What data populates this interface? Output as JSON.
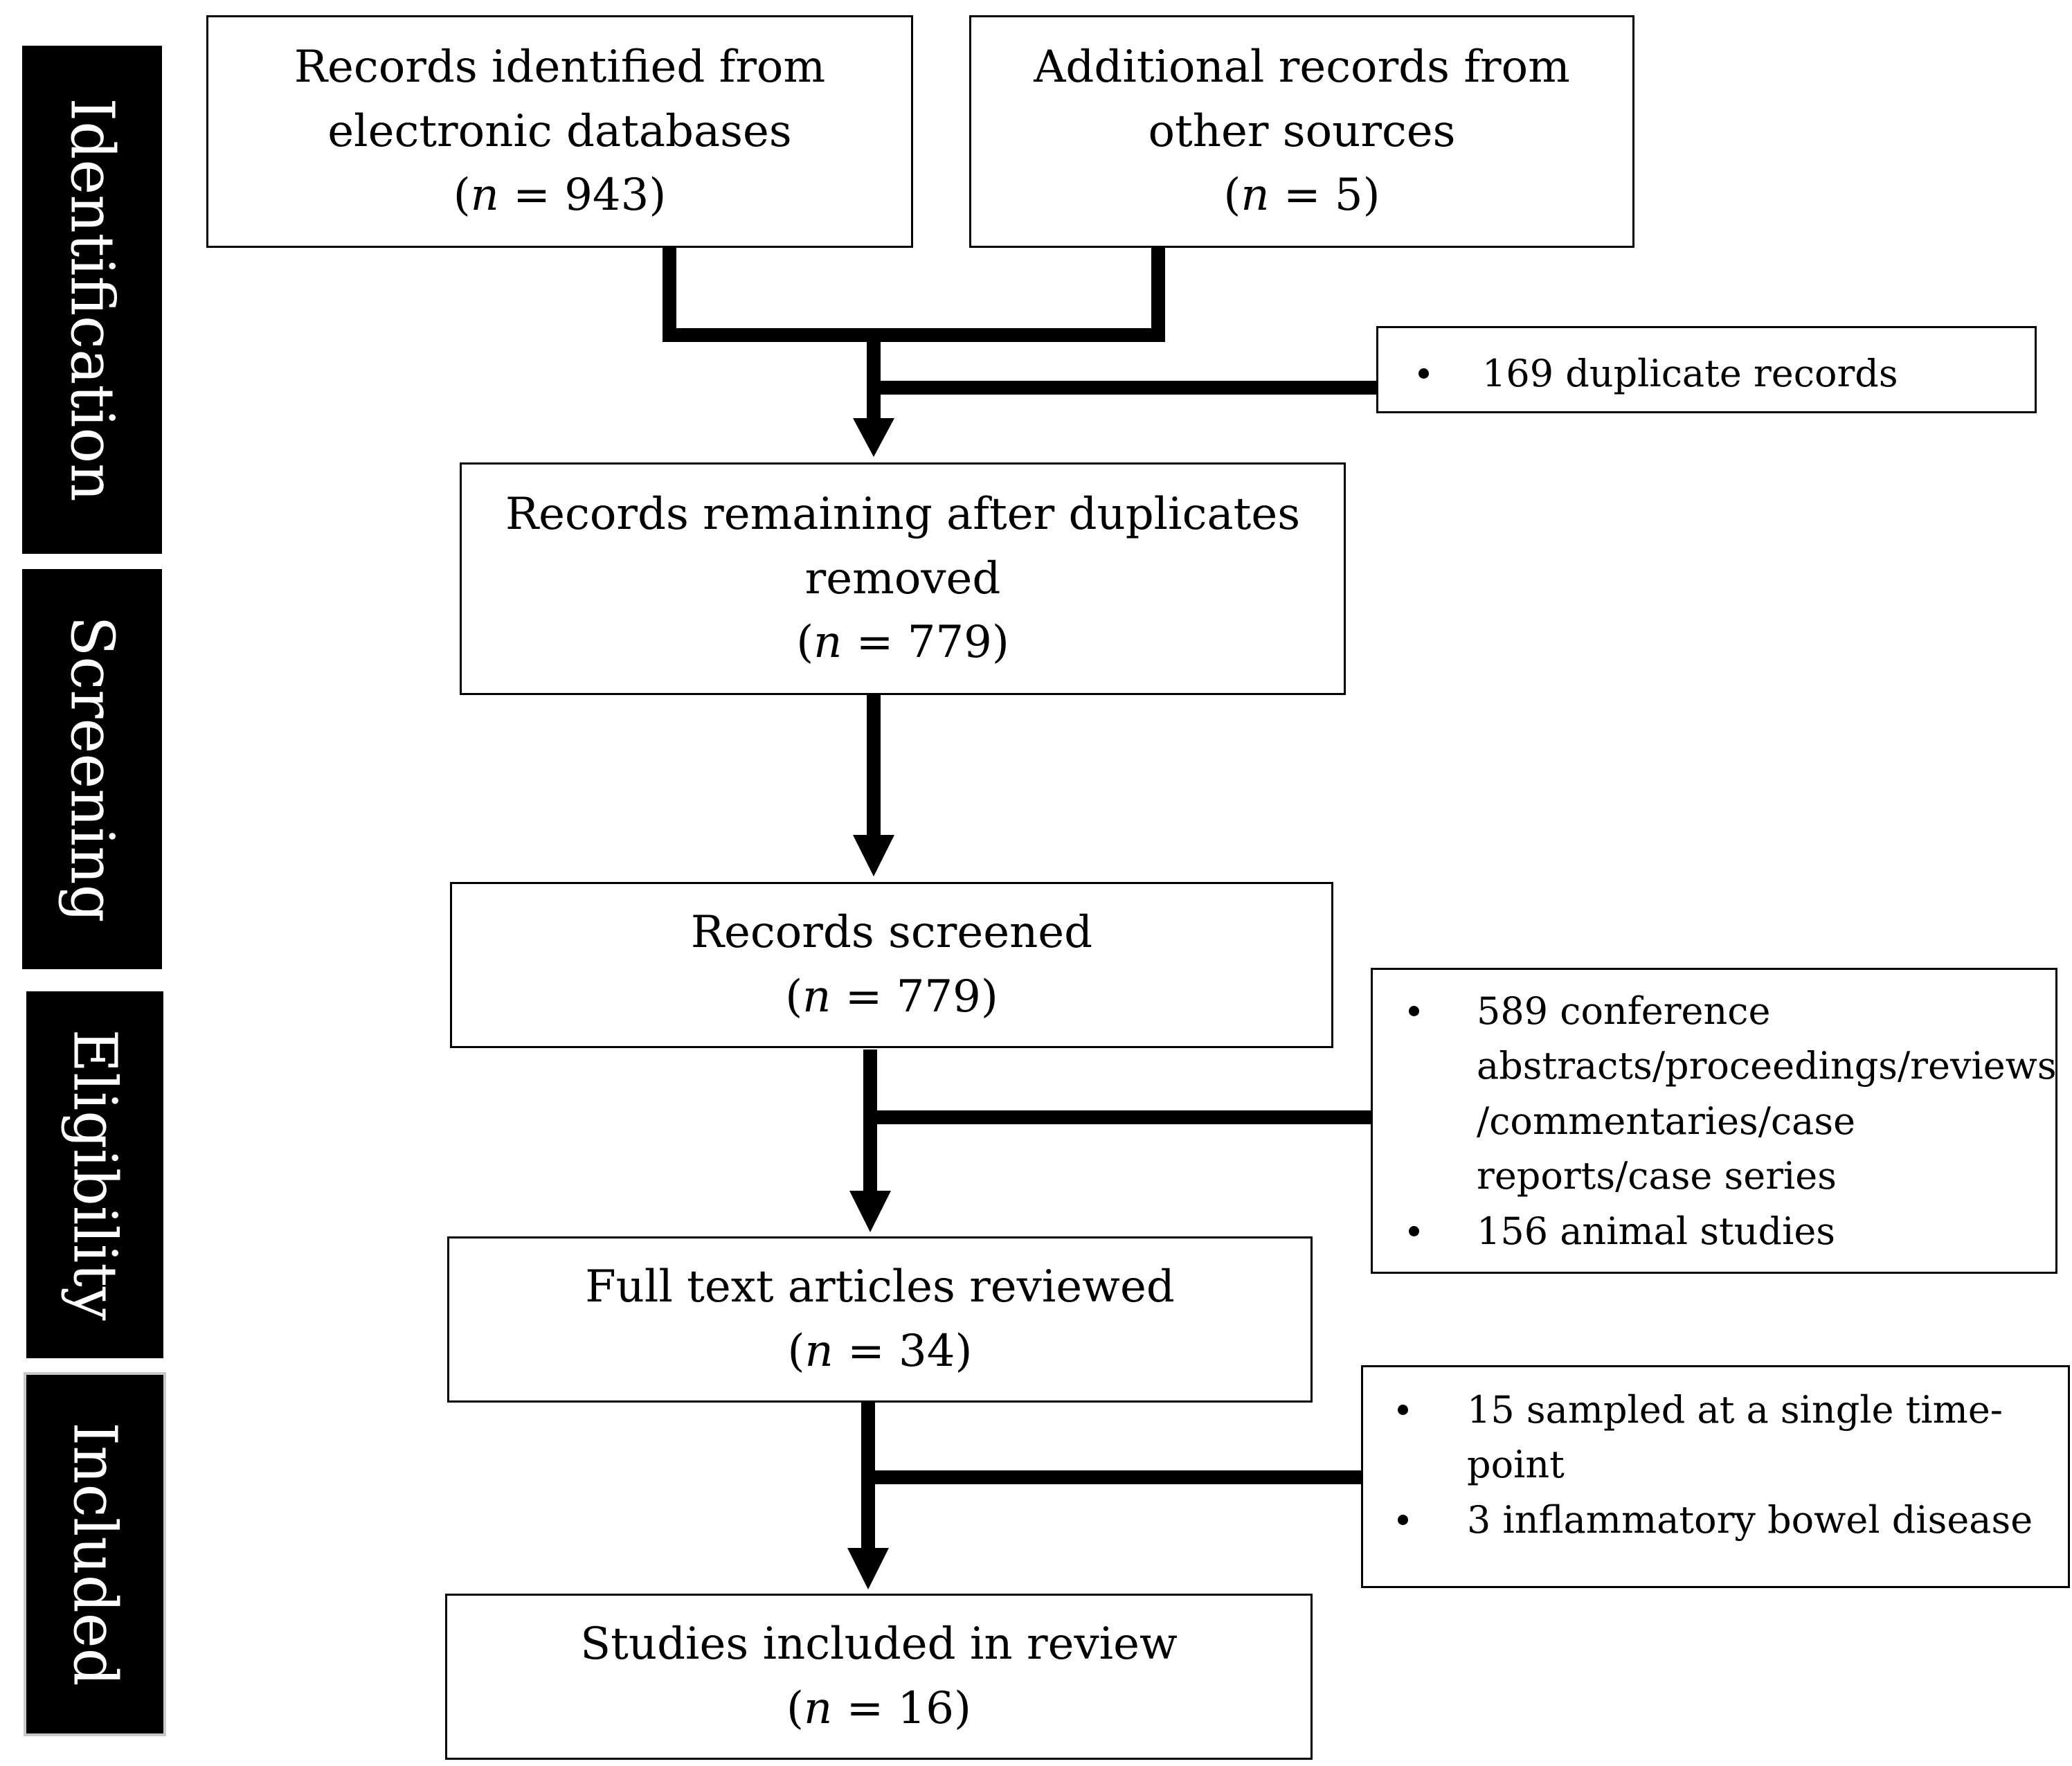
{
  "phases": {
    "identification": "Identification",
    "screening": "Screening",
    "eligibility": "Eligibility",
    "included": "Included"
  },
  "boxes": {
    "identified": {
      "lines": [
        "Records identified from",
        "electronic databases"
      ],
      "n_prefix": "(",
      "n_symbol": "n",
      "n_value": " = 943)"
    },
    "additional": {
      "lines": [
        "Additional records from",
        "other sources"
      ],
      "n_prefix": "(",
      "n_symbol": "n",
      "n_value": " = 5)"
    },
    "remaining": {
      "lines": [
        "Records remaining after duplicates",
        "removed"
      ],
      "n_prefix": "(",
      "n_symbol": "n",
      "n_value": " = 779)"
    },
    "screened": {
      "lines": [
        "Records screened"
      ],
      "n_prefix": "(",
      "n_symbol": "n",
      "n_value": " = 779)"
    },
    "fulltext": {
      "lines": [
        "Full text articles reviewed"
      ],
      "n_prefix": "(",
      "n_symbol": "n",
      "n_value": " = 34)"
    },
    "included": {
      "lines": [
        "Studies included in review"
      ],
      "n_prefix": "(",
      "n_symbol": "n",
      "n_value": " = 16)"
    }
  },
  "exclusions": {
    "duplicates": [
      "169 duplicate records"
    ],
    "screening": [
      [
        "589 conference",
        "abstracts/proceedings/reviews",
        "/commentaries/case",
        "reports/case series"
      ],
      [
        "156 animal studies"
      ]
    ],
    "fulltext": [
      [
        "15 sampled at a single time-",
        "point"
      ],
      [
        "3 inflammatory bowel disease"
      ]
    ]
  },
  "colors": {
    "phase_background": "#000000",
    "phase_text": "#ffffff",
    "line": "#000000",
    "box_border": "#000000",
    "background": "#ffffff"
  }
}
